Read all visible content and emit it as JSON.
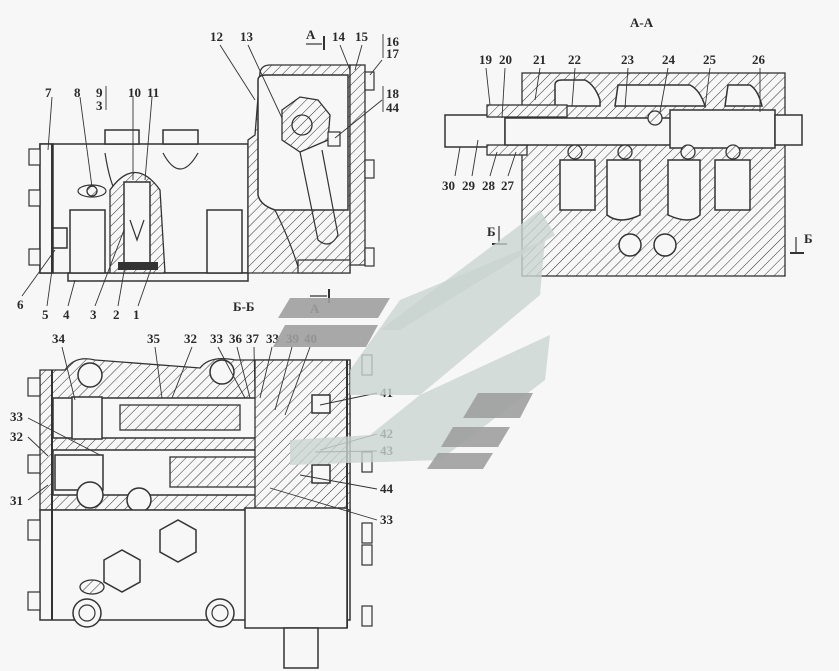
{
  "diagram": {
    "subject": "Hydraulic distributor assembly drawing",
    "views": {
      "front": {
        "labels": [
          "1",
          "2",
          "3",
          "4",
          "5",
          "6",
          "7",
          "8",
          "9",
          "3",
          "10",
          "11",
          "12",
          "13",
          "14",
          "15",
          "16",
          "17",
          "18",
          "44"
        ],
        "section_marker": "А"
      },
      "section_aa": {
        "title": "А-А",
        "labels_top": [
          "19",
          "20",
          "21",
          "22",
          "23",
          "24",
          "25",
          "26"
        ],
        "labels_bottom": [
          "30",
          "29",
          "28",
          "27"
        ],
        "section_marker_left": "Б",
        "section_marker_right": "Б"
      },
      "section_bb": {
        "title": "Б-Б",
        "section_marker": "А",
        "labels_top": [
          "34",
          "35",
          "32",
          "33",
          "36",
          "37",
          "33",
          "39",
          "40"
        ],
        "labels_left": [
          "33",
          "32",
          "31"
        ],
        "labels_right": [
          "41",
          "42",
          "43",
          "44",
          "33"
        ]
      }
    },
    "colors": {
      "line": "#333333",
      "background": "#f7f7f7",
      "watermark_light": "#c9d4d1",
      "watermark_dark": "#9e9e9e"
    }
  }
}
